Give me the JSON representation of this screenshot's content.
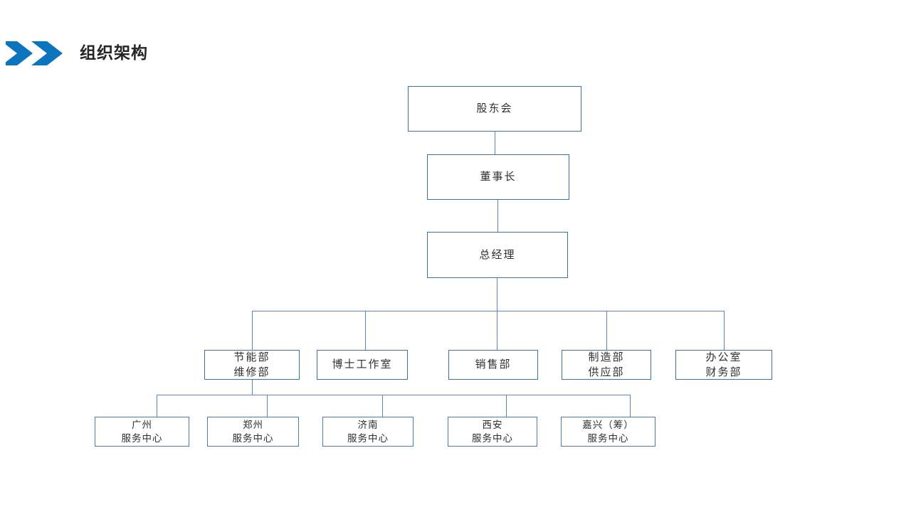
{
  "page": {
    "background": "#ffffff",
    "title": "组织架构"
  },
  "header": {
    "title": "组织架构",
    "icon": "double-chevron-right-icon",
    "icon_color": "#0c74bd",
    "title_color": "#262626"
  },
  "theme": {
    "node_border": "#3d6fa5",
    "node_border_light": "#4a7ab0",
    "connector": "#5b87b8",
    "node_fill": "#ffffff",
    "text": "#2f2f2f"
  },
  "org_chart": {
    "type": "org-tree",
    "levels": [
      {
        "level": 1,
        "nodes": [
          {
            "id": "shareholders",
            "label": "股东会",
            "lines": [
              "股东会"
            ]
          }
        ]
      },
      {
        "level": 2,
        "nodes": [
          {
            "id": "chairman",
            "label": "董事长",
            "lines": [
              "董事长"
            ]
          }
        ]
      },
      {
        "level": 3,
        "nodes": [
          {
            "id": "general-manager",
            "label": "总经理",
            "lines": [
              "总经理"
            ]
          }
        ]
      },
      {
        "level": 4,
        "nodes": [
          {
            "id": "energy-maintenance",
            "label": "节能部 维修部",
            "lines": [
              "节能部",
              "维修部"
            ]
          },
          {
            "id": "doctor-studio",
            "label": "博士工作室",
            "lines": [
              "博士工作室"
            ]
          },
          {
            "id": "sales",
            "label": "销售部",
            "lines": [
              "销售部"
            ]
          },
          {
            "id": "manufacture-supply",
            "label": "制造部 供应部",
            "lines": [
              "制造部",
              "供应部"
            ]
          },
          {
            "id": "office-finance",
            "label": "办公室 财务部",
            "lines": [
              "办公室",
              "财务部"
            ]
          }
        ]
      },
      {
        "level": 5,
        "nodes": [
          {
            "id": "guangzhou-center",
            "label": "广州服务中心",
            "lines": [
              "广州",
              "服务中心"
            ]
          },
          {
            "id": "zhengzhou-center",
            "label": "郑州服务中心",
            "lines": [
              "郑州",
              "服务中心"
            ]
          },
          {
            "id": "jinan-center",
            "label": "济南服务中心",
            "lines": [
              "济南",
              "服务中心"
            ]
          },
          {
            "id": "xian-center",
            "label": "西安服务中心",
            "lines": [
              "西安",
              "服务中心"
            ]
          },
          {
            "id": "jiaxing-center",
            "label": "嘉兴（筹）服务中心",
            "lines": [
              "嘉兴（筹）",
              "服务中心"
            ]
          }
        ]
      }
    ],
    "edges": [
      {
        "from": "shareholders",
        "to": "chairman"
      },
      {
        "from": "chairman",
        "to": "general-manager"
      },
      {
        "from": "general-manager",
        "to": "energy-maintenance"
      },
      {
        "from": "general-manager",
        "to": "doctor-studio"
      },
      {
        "from": "general-manager",
        "to": "sales"
      },
      {
        "from": "general-manager",
        "to": "manufacture-supply"
      },
      {
        "from": "general-manager",
        "to": "office-finance"
      },
      {
        "from": "energy-maintenance",
        "to": "guangzhou-center"
      },
      {
        "from": "energy-maintenance",
        "to": "zhengzhou-center"
      },
      {
        "from": "energy-maintenance",
        "to": "jinan-center"
      },
      {
        "from": "energy-maintenance",
        "to": "xian-center"
      },
      {
        "from": "energy-maintenance",
        "to": "jiaxing-center"
      }
    ]
  }
}
